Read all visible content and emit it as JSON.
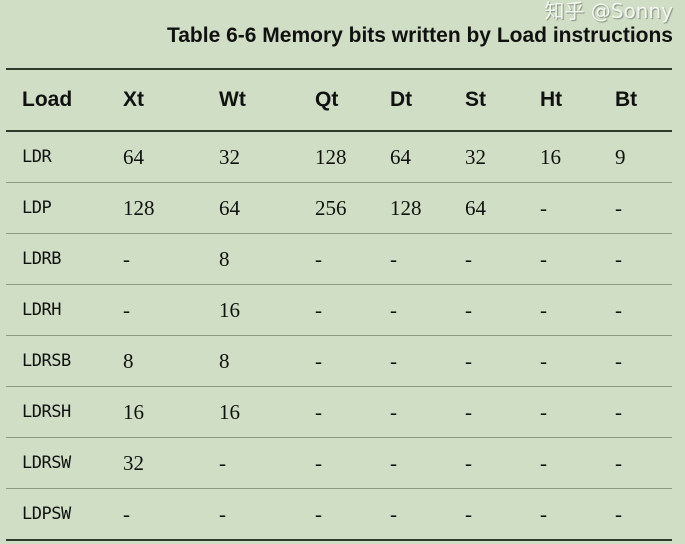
{
  "title": "Table 6-6 Memory bits written by Load instructions",
  "headers": [
    "Load",
    "Xt",
    "Wt",
    "Qt",
    "Dt",
    "St",
    "Ht",
    "Bt"
  ],
  "rows": [
    [
      "LDR",
      "64",
      "32",
      "128",
      "64",
      "32",
      "16",
      "9"
    ],
    [
      "LDP",
      "128",
      "64",
      "256",
      "128",
      "64",
      "-",
      "-"
    ],
    [
      "LDRB",
      "-",
      "8",
      "-",
      "-",
      "-",
      "-",
      "-"
    ],
    [
      "LDRH",
      "-",
      "16",
      "-",
      "-",
      "-",
      "-",
      "-"
    ],
    [
      "LDRSB",
      "8",
      "8",
      "-",
      "-",
      "-",
      "-",
      "-"
    ],
    [
      "LDRSH",
      "16",
      "16",
      "-",
      "-",
      "-",
      "-",
      "-"
    ],
    [
      "LDRSW",
      "32",
      "-",
      "-",
      "-",
      "-",
      "-",
      "-"
    ],
    [
      "LDPSW",
      "-",
      "-",
      "-",
      "-",
      "-",
      "-",
      "-"
    ]
  ],
  "watermark": "知乎 @Sonny",
  "colors": {
    "background": "#cfdec4",
    "rule": "#2e3a2c",
    "row_line": "#8d9d84"
  }
}
